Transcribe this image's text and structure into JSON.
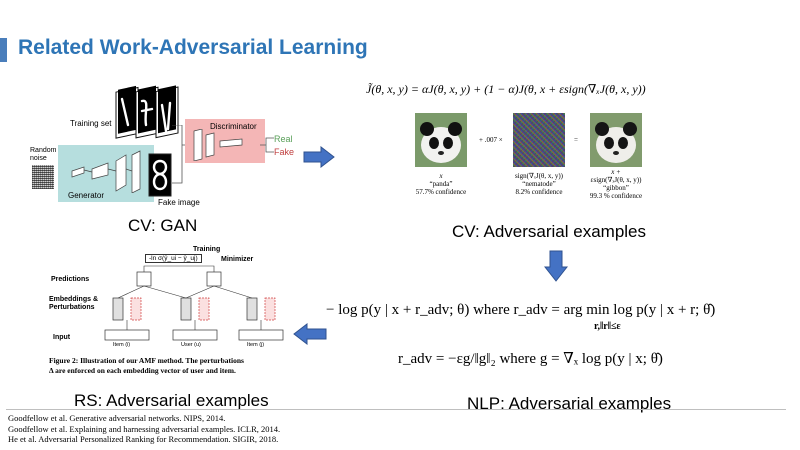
{
  "title": "Related Work-Adversarial Learning",
  "gan": {
    "caption": "CV: GAN",
    "training_set": "Training set",
    "random_noise_1": "Random",
    "random_noise_2": "noise",
    "generator": "Generator",
    "discriminator": "Discriminator",
    "real": "Real",
    "fake": "Fake",
    "fake_image": "Fake image"
  },
  "cv_adv": {
    "caption": "CV: Adversarial examples",
    "equation": "J̃(θ, x, y) = αJ(θ, x, y) + (1 − α)J(θ, x + εsign(∇ₓJ(θ, x, y))",
    "plus_coef": "+ .007 ×",
    "equals": "=",
    "panda": {
      "var": "x",
      "label": "“panda”",
      "conf": "57.7% confidence"
    },
    "noise": {
      "var": "sign(∇ₓJ(θ, x, y))",
      "label": "“nematode”",
      "conf": "8.2% confidence"
    },
    "gibbon": {
      "var1": "x +",
      "var2": "εsign(∇ₓJ(θ, x, y))",
      "label": "“gibbon”",
      "conf": "99.3 % confidence"
    }
  },
  "nlp": {
    "caption": "NLP: Adversarial examples",
    "eq1": "− log p(y | x + r_adv; θ) where r_adv = arg min log p(y | x + r; θ̂)",
    "eq1_sub": "r,‖r‖≤ε",
    "eq2": "r_adv = −εg/‖g‖₂ where g = ∇ₓ log p(y | x; θ̂)"
  },
  "rs": {
    "caption": "RS: Adversarial examples",
    "training": "Training",
    "loss": "-ln σ(ŷ_ui − ŷ_uj)",
    "minimizer": "Minimizer",
    "predictions": "Predictions",
    "embeddings_1": "Embeddings &",
    "embeddings_2": "Perturbations",
    "input": "Input",
    "items": [
      "Item (i)",
      "User (u)",
      "Item (j)"
    ],
    "fig_caption_1": "Figure 2: Illustration of our AMF method. The perturbations",
    "fig_caption_2": "Δ are enforced on each embedding vector of user and item."
  },
  "references": [
    "Goodfellow et al. Generative adversarial networks. NIPS, 2014.",
    "Goodfellow et al. Explaining and harnessing adversarial examples. ICLR, 2014.",
    "He et al. Adversarial Personalized Ranking for Recommendation. SIGIR, 2018."
  ],
  "colors": {
    "title": "#2e75b6",
    "arrow": "#4472c4",
    "generator_box": "#a9d8d8",
    "discriminator_box": "#f4b6b6"
  }
}
